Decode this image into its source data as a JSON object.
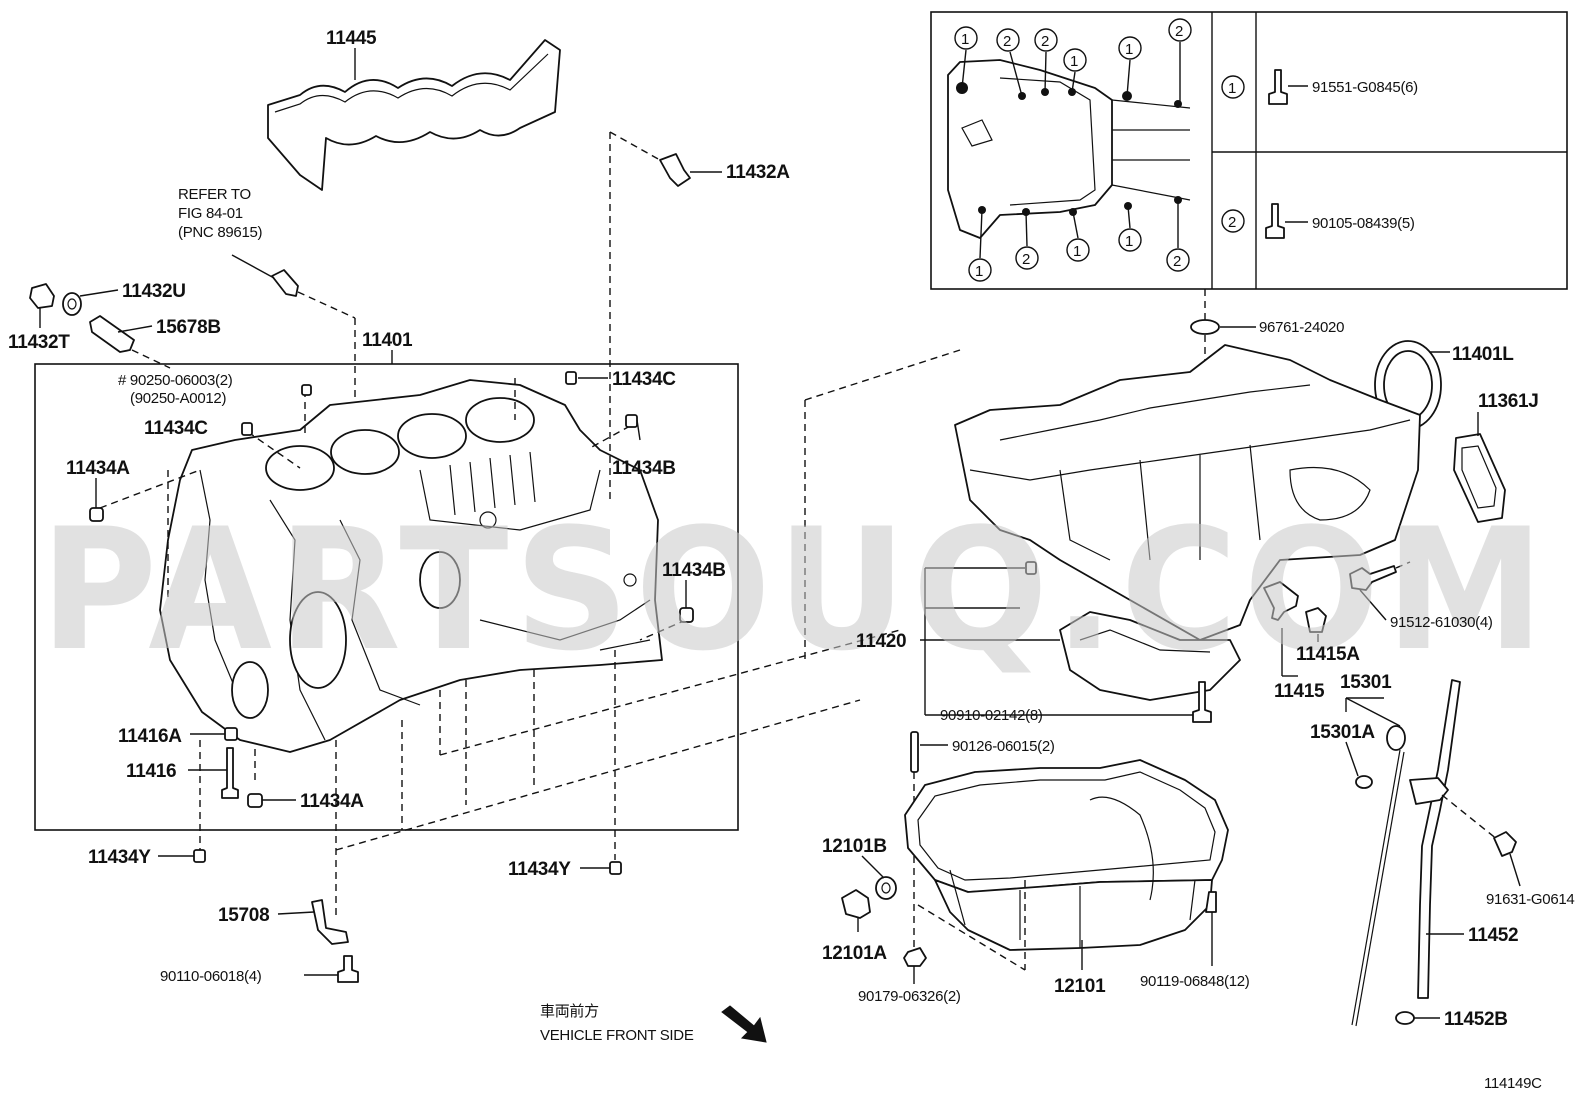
{
  "watermark": "PARTSOUQ.COM",
  "diagram_code": "114149C",
  "refer_note": {
    "line1": "REFER TO",
    "line2": "FIG 84-01",
    "line3": "(PNC 89615)"
  },
  "front_note": {
    "jp": "車両前方",
    "en": "VEHICLE FRONT SIDE"
  },
  "parts": {
    "p11445": "11445",
    "p11432A": "11432A",
    "p11432U": "11432U",
    "p11432T": "11432T",
    "p15678B": "15678B",
    "p11401": "11401",
    "p90250a": "# 90250-06003(2)",
    "p90250b": "(90250-A0012)",
    "p11434C_top": "11434C",
    "p11434C_left": "11434C",
    "p11434A_left": "11434A",
    "p11434B_top": "11434B",
    "p11434B_right": "11434B",
    "p11416A": "11416A",
    "p11416": "11416",
    "p11434A_bottom": "11434A",
    "p11434Y_left": "11434Y",
    "p11434Y_right": "11434Y",
    "p15708": "15708",
    "p90110": "90110-06018(4)",
    "p96761": "96761-24020",
    "p11401L": "11401L",
    "p11361J": "11361J",
    "p11420": "11420",
    "p91512": "91512-61030(4)",
    "p11415A": "11415A",
    "p11415": "11415",
    "p15301": "15301",
    "p15301A": "15301A",
    "p90910": "90910-02142(8)",
    "p90126": "90126-06015(2)",
    "p12101B": "12101B",
    "p12101A": "12101A",
    "p90179": "90179-06326(2)",
    "p12101": "12101",
    "p90119": "90119-06848(12)",
    "p91631": "91631-G0614",
    "p11452": "11452",
    "p11452B": "11452B"
  },
  "bolt_table": {
    "rows": [
      {
        "mark": "1",
        "part": "91551-G0845(6)"
      },
      {
        "mark": "2",
        "part": "90105-08439(5)"
      }
    ],
    "callouts": [
      "1",
      "2",
      "2",
      "1",
      "1",
      "2",
      "1",
      "2",
      "1",
      "1",
      "2"
    ]
  }
}
